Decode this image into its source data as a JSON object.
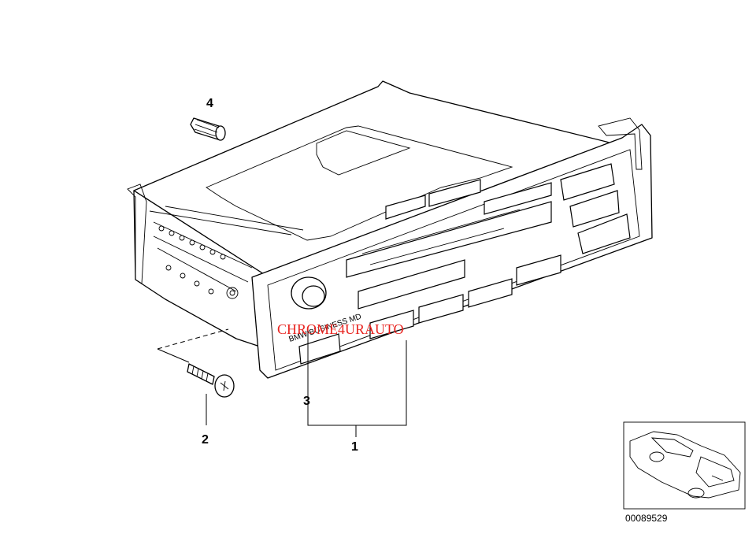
{
  "callouts": {
    "part_1": "1",
    "part_2": "2",
    "part_3": "3",
    "part_4": "4"
  },
  "radio_label": "BMW BUSINESS MD",
  "watermark": "CHROME4URAUTO",
  "diagram_number": "00089529",
  "colors": {
    "line": "#000000",
    "background": "#ffffff",
    "watermark": "#e8231f"
  }
}
